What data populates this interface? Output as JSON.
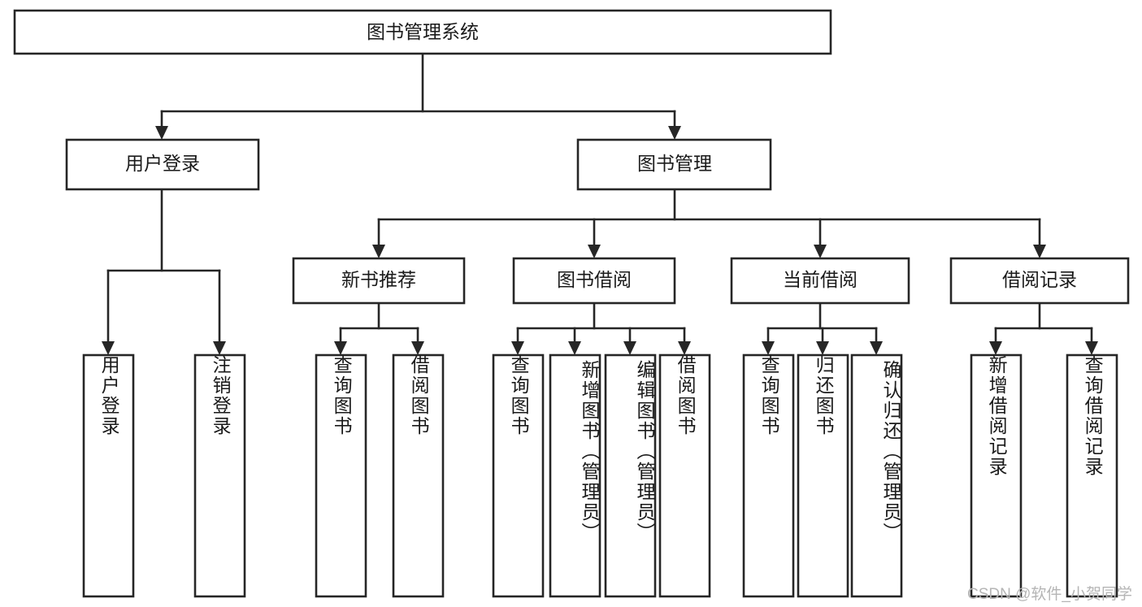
{
  "diagram": {
    "type": "tree-hierarchy",
    "title": "图书管理系统",
    "orientation": "top-down",
    "colors": {
      "box_stroke": "#262626",
      "box_fill": "#ffffff",
      "text": "#1a1a1a",
      "watermark": "#b5b5b5",
      "background": "#ffffff"
    },
    "levels": [
      {
        "level": 1,
        "nodes": [
          {
            "id": "root",
            "label": "图书管理系统",
            "orientation": "horizontal"
          }
        ]
      },
      {
        "level": 2,
        "nodes": [
          {
            "id": "login",
            "label": "用户登录",
            "orientation": "horizontal",
            "parent": "root"
          },
          {
            "id": "bookmgmt",
            "label": "图书管理",
            "orientation": "horizontal",
            "parent": "root"
          }
        ]
      },
      {
        "level": 3,
        "nodes": [
          {
            "id": "newbook",
            "label": "新书推荐",
            "orientation": "horizontal",
            "parent": "bookmgmt"
          },
          {
            "id": "borrow",
            "label": "图书借阅",
            "orientation": "horizontal",
            "parent": "bookmgmt"
          },
          {
            "id": "current",
            "label": "当前借阅",
            "orientation": "horizontal",
            "parent": "bookmgmt"
          },
          {
            "id": "records",
            "label": "借阅记录",
            "orientation": "horizontal",
            "parent": "bookmgmt"
          }
        ]
      },
      {
        "level": 4,
        "nodes": [
          {
            "id": "leaf-1",
            "label": "用户登录",
            "orientation": "vertical",
            "parent": "login"
          },
          {
            "id": "leaf-2",
            "label": "注销登录",
            "orientation": "vertical",
            "parent": "login"
          },
          {
            "id": "leaf-3",
            "label": "查询图书",
            "orientation": "vertical",
            "parent": "newbook"
          },
          {
            "id": "leaf-4",
            "label": "借阅图书",
            "orientation": "vertical",
            "parent": "newbook"
          },
          {
            "id": "leaf-5",
            "label": "查询图书",
            "orientation": "vertical",
            "parent": "borrow"
          },
          {
            "id": "leaf-6",
            "label": "新增图书（管理员）",
            "orientation": "vertical",
            "parent": "borrow"
          },
          {
            "id": "leaf-7",
            "label": "编辑图书（管理员）",
            "orientation": "vertical",
            "parent": "borrow"
          },
          {
            "id": "leaf-8",
            "label": "借阅图书",
            "orientation": "vertical",
            "parent": "borrow"
          },
          {
            "id": "leaf-9",
            "label": "查询图书",
            "orientation": "vertical",
            "parent": "current"
          },
          {
            "id": "leaf-10",
            "label": "归还图书",
            "orientation": "vertical",
            "parent": "current"
          },
          {
            "id": "leaf-11",
            "label": "确认归还（管理员）",
            "orientation": "vertical",
            "parent": "current"
          },
          {
            "id": "leaf-12",
            "label": "新增借阅记录",
            "orientation": "vertical",
            "parent": "records"
          },
          {
            "id": "leaf-13",
            "label": "查询借阅记录",
            "orientation": "vertical",
            "parent": "records"
          }
        ]
      }
    ]
  },
  "watermark": {
    "text": "CSDN @软件_小贺同学"
  }
}
